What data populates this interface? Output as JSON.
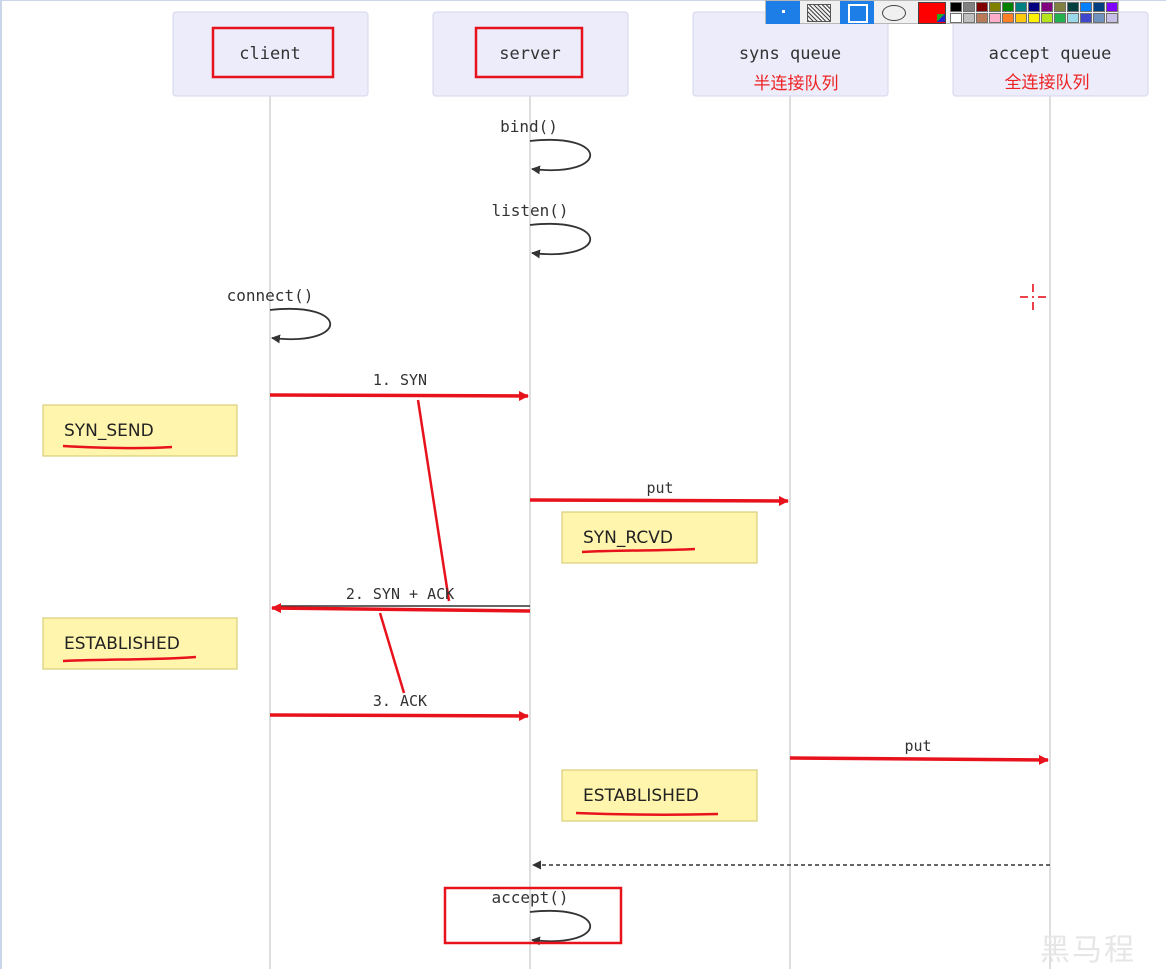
{
  "actors": [
    {
      "name": "client",
      "subtitle": ""
    },
    {
      "name": "server",
      "subtitle": ""
    },
    {
      "name": "syns queue",
      "subtitle": "半连接队列"
    },
    {
      "name": "accept queue",
      "subtitle": "全连接队列"
    }
  ],
  "calls": {
    "bind": "bind()",
    "listen": "listen()",
    "connect": "connect()",
    "accept": "accept()"
  },
  "messages": {
    "syn": "1. SYN",
    "put_syns": "put",
    "syn_ack": "2. SYN + ACK",
    "ack": "3. ACK",
    "put_accept": "put"
  },
  "notes": {
    "syn_send": "SYN_SEND",
    "syn_rcvd": "SYN_RCVD",
    "client_established": "ESTABLISHED",
    "server_established": "ESTABLISHED"
  },
  "colors": {
    "annotation_red": "#e8121c",
    "actor_fill": "#ececfb",
    "note_fill": "#fff5ad"
  },
  "palette": {
    "swatches_top": [
      "#000000",
      "#808080",
      "#800000",
      "#808000",
      "#008000",
      "#008080",
      "#000080",
      "#800080",
      "#808040",
      "#004040",
      "#0080ff",
      "#004080",
      "#8000ff"
    ],
    "swatches_bottom": [
      "#ffffff",
      "#c0c0c0",
      "#b97a57",
      "#ffaec9",
      "#ff7f27",
      "#ffc90e",
      "#fff200",
      "#b5e61d",
      "#22b14c",
      "#99d9ea",
      "#3f48cc",
      "#7092be",
      "#c8bfe7"
    ],
    "current_color": "#ff0000"
  },
  "watermark": "黑马程"
}
